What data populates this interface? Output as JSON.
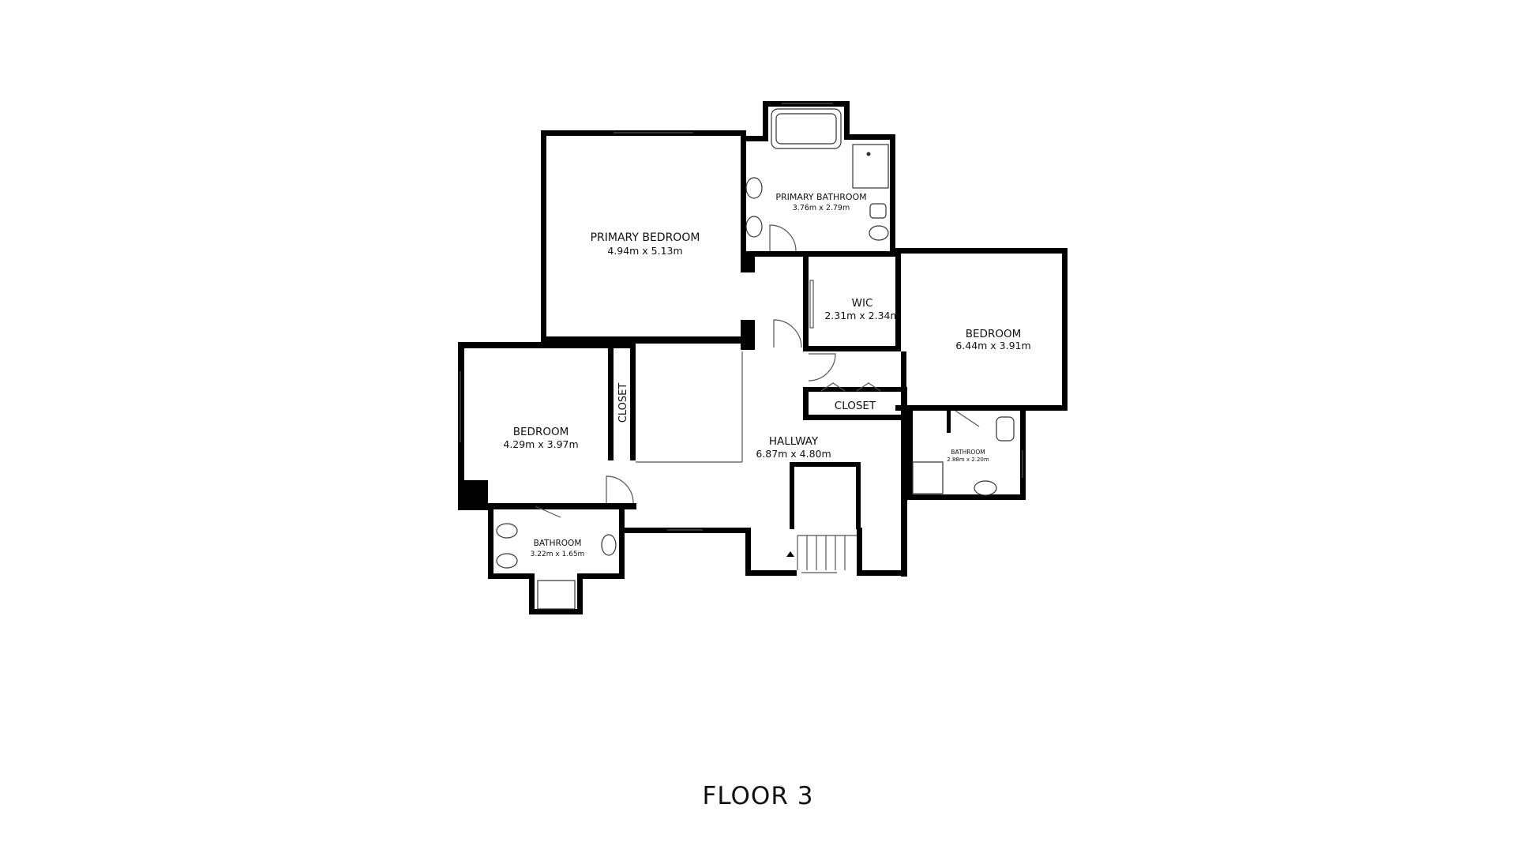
{
  "floor_title": "FLOOR 3",
  "rooms": {
    "primary_bedroom": {
      "name": "PRIMARY BEDROOM",
      "dims": "4.94m x 5.13m"
    },
    "primary_bathroom": {
      "name": "PRIMARY BATHROOM",
      "dims": "3.76m x 2.79m"
    },
    "wic": {
      "name": "WIC",
      "dims": "2.31m x 2.34m"
    },
    "bedroom_east": {
      "name": "BEDROOM",
      "dims": "6.44m x 3.91m"
    },
    "bedroom_west": {
      "name": "BEDROOM",
      "dims": "4.29m x 3.97m"
    },
    "closet_west": {
      "name": "CLOSET"
    },
    "closet_hall": {
      "name": "CLOSET"
    },
    "hallway": {
      "name": "HALLWAY",
      "dims": "6.87m x 4.80m"
    },
    "bathroom_east": {
      "name": "BATHROOM",
      "dims": "2.88m x 2.20m"
    },
    "bathroom_west": {
      "name": "BATHROOM",
      "dims": "3.22m x 1.65m"
    }
  },
  "colors": {
    "wall": "#000000",
    "background": "#ffffff",
    "text": "#111111"
  }
}
